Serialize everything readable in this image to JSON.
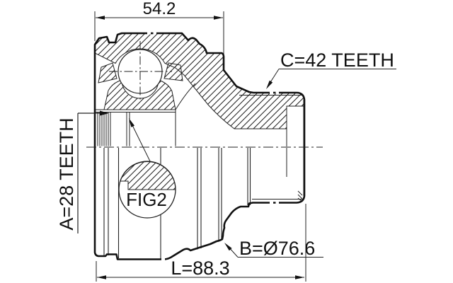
{
  "drawing": {
    "labels": {
      "width_top": "54.2",
      "outer_spline": "C=42 TEETH",
      "inner_spline": "A=28 TEETH",
      "detail": "FIG2",
      "diameter": "B=Ø76.6",
      "length": "L=88.3"
    },
    "colors": {
      "line": "#111111",
      "background": "#ffffff"
    }
  }
}
